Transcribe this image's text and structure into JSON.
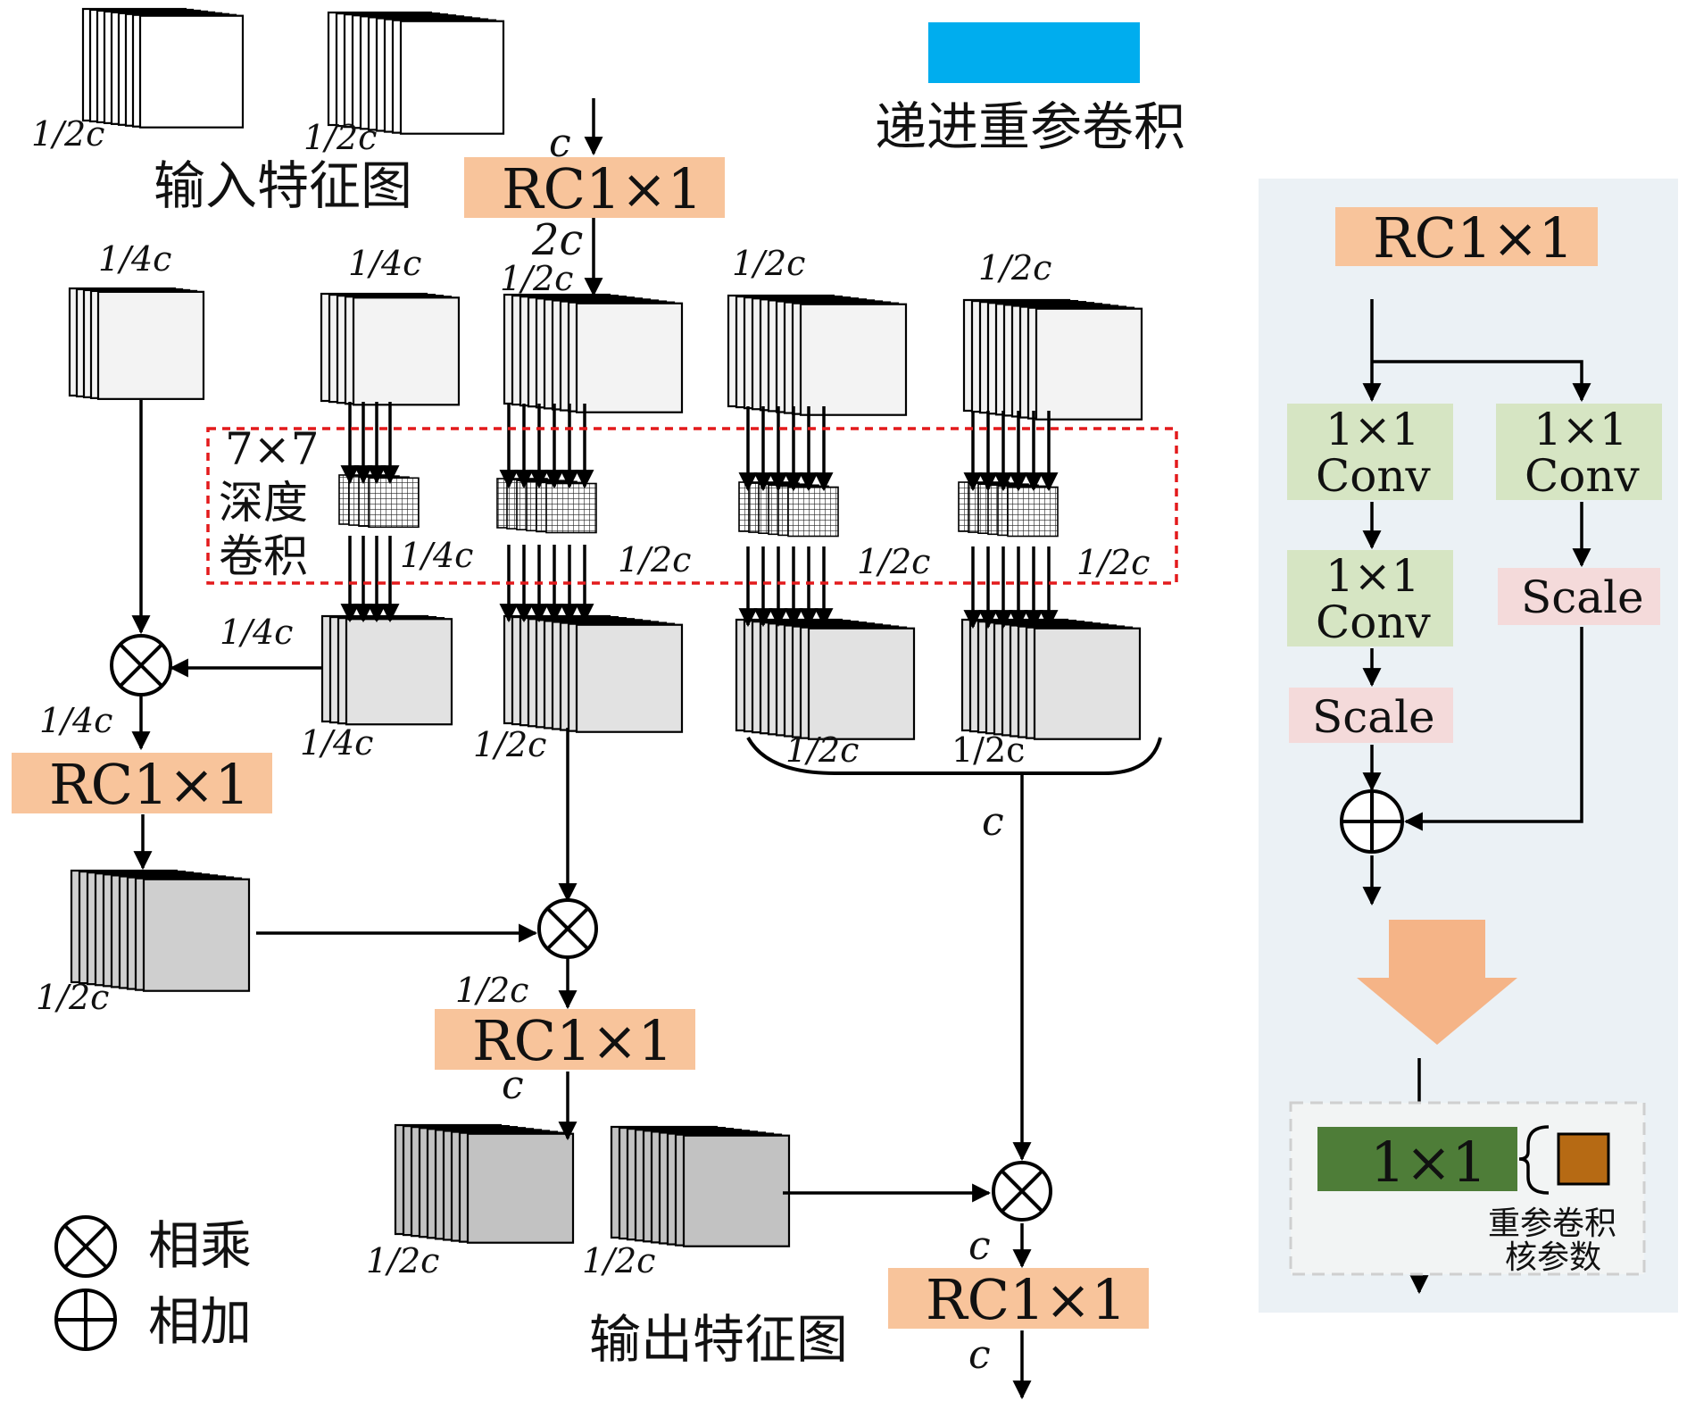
{
  "colors": {
    "rc_box": "#f8c49b",
    "legend_swatch": "#00adee",
    "panel_bg": "#ebf1f5",
    "conv_box": "#d6e5c3",
    "scale_box": "#f4dada",
    "fused_kernel": "#4e7d38",
    "param_swatch": "#b66a14",
    "big_arrow": "#f5b487",
    "dwconv_box": "#e31a1c"
  },
  "icons": {
    "multiply": "circle-times-icon",
    "add": "circle-plus-icon"
  },
  "legend": {
    "rep_conv": "递进重参卷积",
    "multiply": "相乘",
    "add": "相加"
  },
  "labels": {
    "input_features": "输入特征图",
    "output_features": "输出特征图",
    "dwconv": [
      "7×7",
      "深度",
      "卷积"
    ]
  },
  "blocks": {
    "rc": "RC1×1"
  },
  "channels": {
    "c": "c",
    "two_c": "2c",
    "half_c": "1/2c",
    "half_c_plain": "1/2c",
    "quarter_c": "1/4c"
  },
  "panel": {
    "title": "RC1×1",
    "conv_a": [
      "1×1",
      "Conv"
    ],
    "conv_b": [
      "1×1",
      "Conv"
    ],
    "conv_c": [
      "1×1",
      "Conv"
    ],
    "scale_a": "Scale",
    "scale_b": "Scale",
    "fused": "1×1",
    "param_label": [
      "重参卷积",
      "核参数"
    ]
  }
}
